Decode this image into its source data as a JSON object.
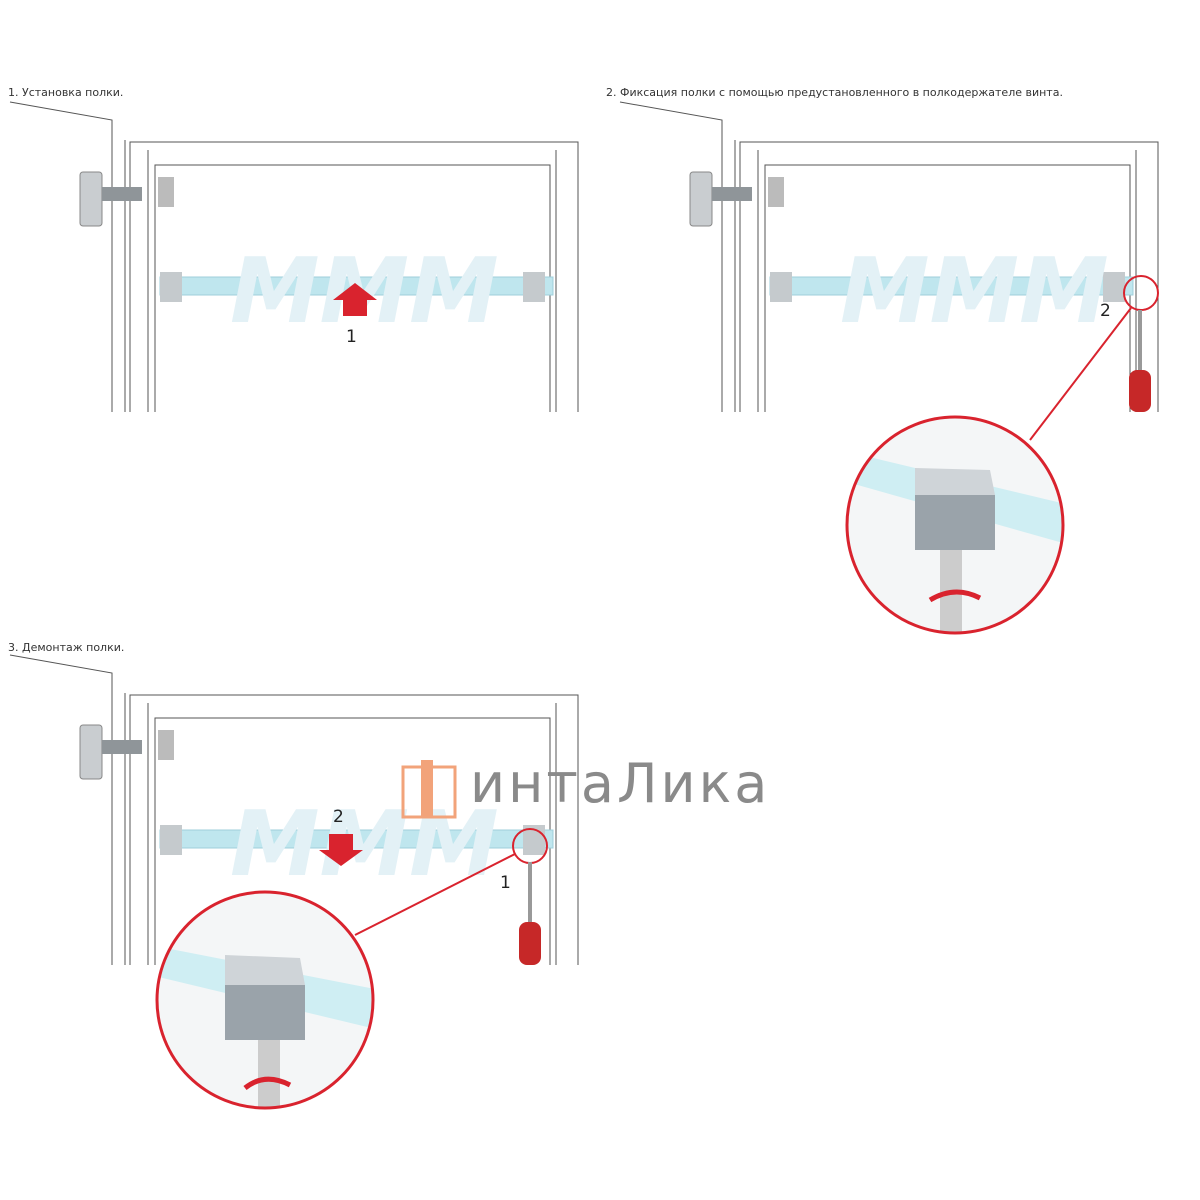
{
  "steps": [
    {
      "caption": "1. Установка полки.",
      "markers": [
        "1"
      ]
    },
    {
      "caption": "2. Фиксация полки с помощью предустановленного в полкодержателе винта.",
      "markers": [
        "2"
      ]
    },
    {
      "caption": "3. Демонтаж полки.",
      "markers": [
        "2",
        "1"
      ]
    }
  ],
  "logo": {
    "text": "интаЛика"
  },
  "watermark": {
    "text": "MMM"
  },
  "colors": {
    "accent": "#d9232e",
    "glass": "#bfe6ee",
    "logo_orange": "#f2a37a",
    "line": "#555555"
  }
}
